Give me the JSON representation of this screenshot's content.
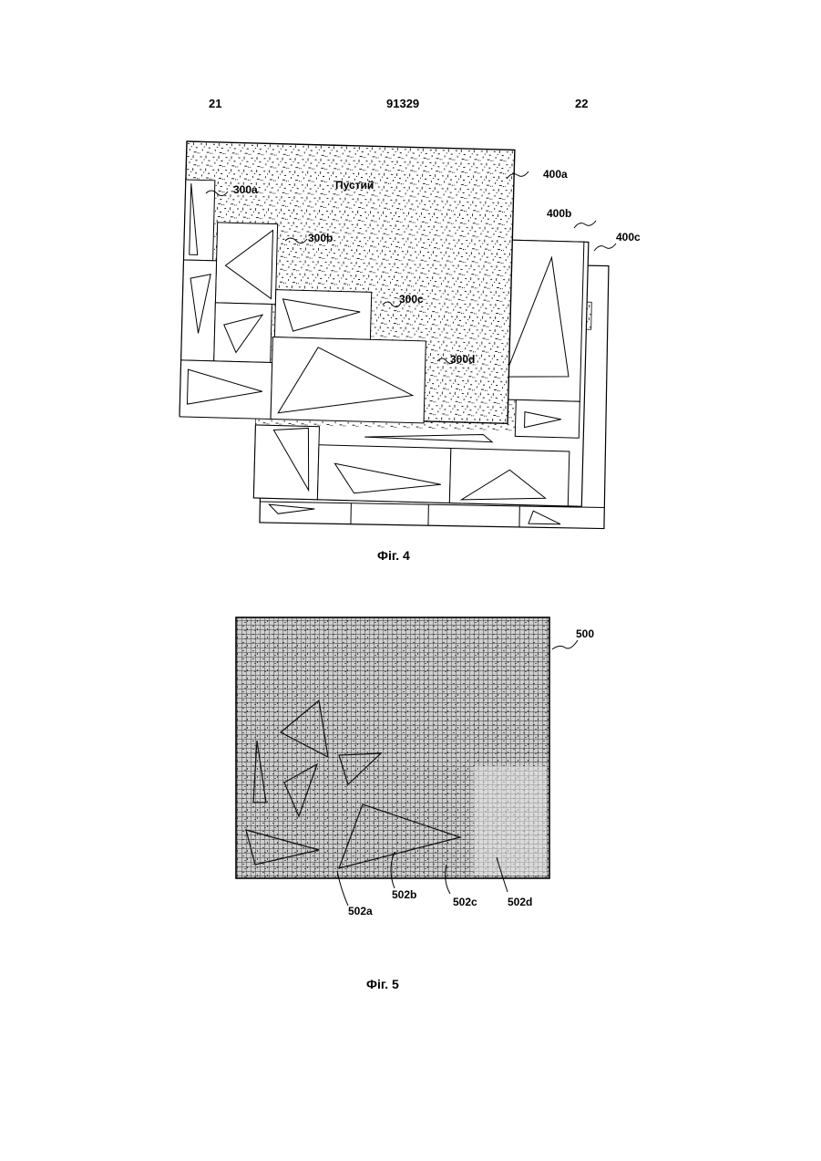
{
  "header": {
    "left_page": "21",
    "patent_number": "91329",
    "right_page": "22"
  },
  "figure4": {
    "caption": "Фіг. 4",
    "empty_label": "Пустий",
    "labels": [
      "400a",
      "400b",
      "400c",
      "300a",
      "300b",
      "300c",
      "300d"
    ]
  },
  "figure5": {
    "caption": "Фіг. 5",
    "labels": [
      "500",
      "502a",
      "502b",
      "502c",
      "502d"
    ]
  }
}
